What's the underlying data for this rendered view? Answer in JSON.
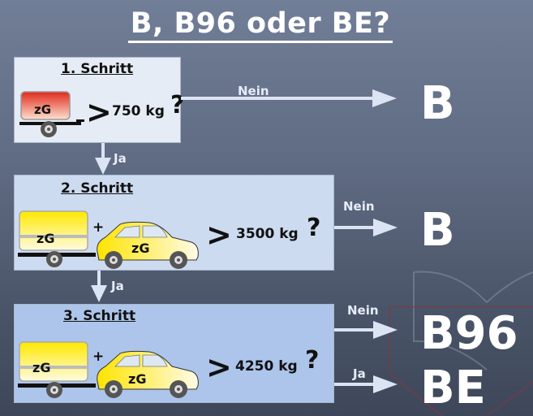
{
  "title": "B, B96 oder BE?",
  "steps": [
    {
      "label": "1. Schritt",
      "condition_symbol": ">",
      "weight": "750 kg",
      "question": "?",
      "vehicle_label": "zG",
      "trailer_color": "#e8412a"
    },
    {
      "label": "2. Schritt",
      "condition_symbol": ">",
      "weight": "3500 kg",
      "question": "?",
      "plus": "+",
      "trailer_label": "zG",
      "car_label": "zG",
      "trailer_color": "#fff03a",
      "car_color": "#f7e033"
    },
    {
      "label": "3. Schritt",
      "condition_symbol": ">",
      "weight": "4250 kg",
      "question": "?",
      "plus": "+",
      "trailer_label": "zG",
      "car_label": "zG",
      "trailer_color": "#fff03a",
      "car_color": "#f7e033"
    }
  ],
  "arrows": {
    "step1_no": "Nein",
    "step1_yes": "Ja",
    "step2_no": "Nein",
    "step2_yes": "Ja",
    "step3_no": "Nein",
    "step3_yes": "Ja"
  },
  "results": {
    "step1_no": "B",
    "step2_no": "B",
    "step3_no": "B96",
    "step3_yes": "BE"
  },
  "colors": {
    "background_top": "#717e97",
    "background_bottom": "#3e4759",
    "arrow": "#dbe4f3",
    "box1": "#e6ecf5",
    "box2": "#cddbf0",
    "box3": "#adc5ea"
  }
}
